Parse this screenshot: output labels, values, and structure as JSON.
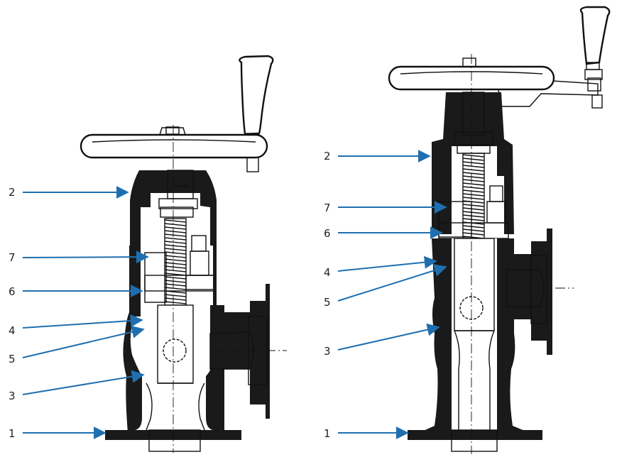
{
  "colors": {
    "arrow": "#1f6fb0",
    "ink": "#111111",
    "body": "#1a1a1a",
    "background": "#ffffff"
  },
  "left_valve": {
    "callouts": [
      {
        "label": "2"
      },
      {
        "label": "7"
      },
      {
        "label": "6"
      },
      {
        "label": "4"
      },
      {
        "label": "5"
      },
      {
        "label": "3"
      },
      {
        "label": "1"
      }
    ]
  },
  "right_valve": {
    "callouts": [
      {
        "label": "2"
      },
      {
        "label": "7"
      },
      {
        "label": "6"
      },
      {
        "label": "4"
      },
      {
        "label": "5"
      },
      {
        "label": "3"
      },
      {
        "label": "1"
      }
    ]
  }
}
